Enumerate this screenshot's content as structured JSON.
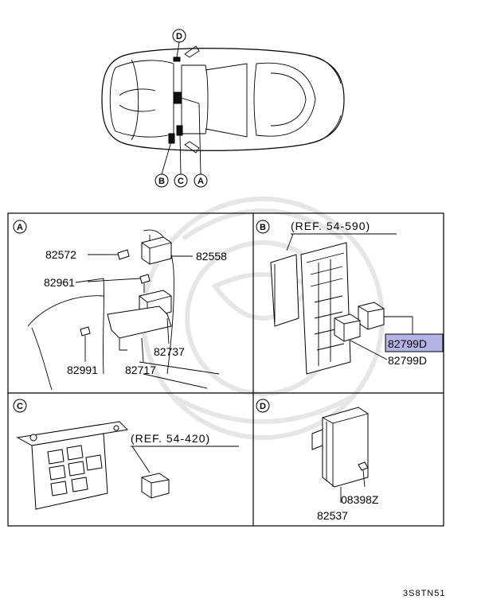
{
  "diagram_code": "3S8TN51",
  "callouts": {
    "a": "A",
    "b": "B",
    "c": "C",
    "d": "D"
  },
  "panel_a": {
    "letter": "A",
    "parts": [
      "82572",
      "82558",
      "82961",
      "82737",
      "82991",
      "82717"
    ]
  },
  "panel_b": {
    "letter": "B",
    "ref": "(REF. 54-590)",
    "highlighted_part": "82799D",
    "part": "82799D"
  },
  "panel_c": {
    "letter": "C",
    "ref": "(REF. 54-420)"
  },
  "panel_d": {
    "letter": "D",
    "parts": [
      "08398Z",
      "82537"
    ]
  },
  "colors": {
    "highlight": "#b4b4e6",
    "line": "#000000",
    "watermark": "#e6e6e6"
  }
}
